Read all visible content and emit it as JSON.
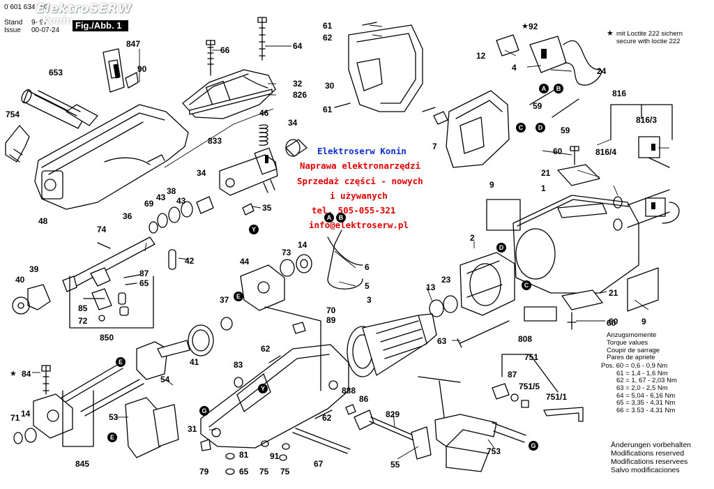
{
  "header": {
    "part_number": "0 601 634 703",
    "stand_label": "Stand",
    "stand_value": "9- 97",
    "issue_label": "Issue",
    "issue_value": "00-07-24",
    "figure_label": "Fig./Abb. 1",
    "watermark": "ElektroSERW",
    "watermark_sub": "Konin"
  },
  "advert": {
    "line1": "Elektroserw Konin",
    "line2": "Naprawa elektronarzędzi",
    "line3": "Sprzedaż części - nowych",
    "line4": "i używanych",
    "line5": "tel. 505-055-321",
    "line6": "info@elektroserw.pl"
  },
  "loctite_note": {
    "line1": "mit Loctite 222 sichern",
    "line2": "secure with loctie 222"
  },
  "torque": {
    "title1": "Anzugsmomente",
    "title2": "Torque values",
    "title3": "Coupir de sarrage",
    "title4": "Pares de apriete",
    "rows": [
      "Pos. 60 = 0,6    - 0,9   Nm",
      "61 = 1,4    - 1,6   Nm",
      "62 = 1, 67 - 2,03 Nm",
      "63 = 2,0    - 2,5   Nm",
      "64 = 5,04  - 6,16 Nm",
      "65 = 3,35  - 4,31 Nm",
      "66 = 3.53  - 4.31 Nm"
    ]
  },
  "modifications": {
    "line1": "Änderungen vorbehalten",
    "line2": "Modifications reserved",
    "line3": "Modifications reservees",
    "line4": "Salvo modificaciones"
  },
  "part_labels": [
    "61",
    "62",
    "92",
    "66",
    "64",
    "847",
    "90",
    "653",
    "32",
    "826",
    "30",
    "12",
    "4",
    "24",
    "816",
    "754",
    "46",
    "34",
    "833",
    "61",
    "59",
    "7",
    "816/3",
    "59",
    "60",
    "9",
    "1",
    "38",
    "43",
    "34",
    "21",
    "816/4",
    "60",
    "48",
    "69",
    "43",
    "35",
    "36",
    "74",
    "73",
    "14",
    "6",
    "2",
    "39",
    "44",
    "87",
    "65",
    "42",
    "5",
    "13",
    "23",
    "40",
    "85",
    "72",
    "37",
    "70",
    "89",
    "3",
    "21",
    "60",
    "850",
    "41",
    "62",
    "63",
    "9",
    "808",
    "751",
    "84",
    "54",
    "83",
    "888",
    "87",
    "751/5",
    "751/1",
    "53",
    "86",
    "71",
    "14",
    "829",
    "31",
    "62",
    "79",
    "81",
    "91",
    "75",
    "75",
    "67",
    "55",
    "753",
    "845",
    "65"
  ],
  "markers": [
    "A",
    "B",
    "C",
    "D",
    "Y",
    "E",
    "G"
  ]
}
